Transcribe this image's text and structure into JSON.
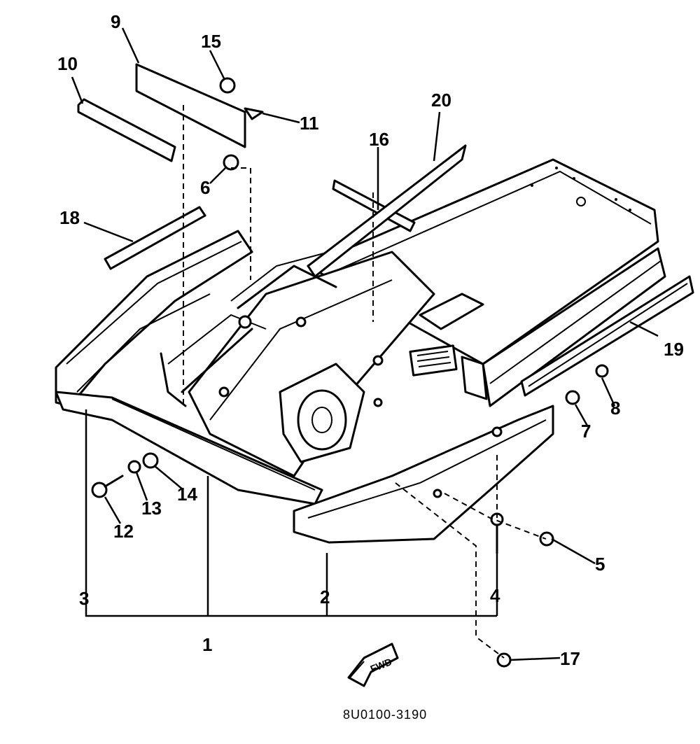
{
  "callouts": {
    "c1": "1",
    "c2": "2",
    "c3": "3",
    "c4": "4",
    "c5": "5",
    "c6": "6",
    "c7": "7",
    "c8": "8",
    "c9": "9",
    "c10": "10",
    "c11": "11",
    "c12": "12",
    "c13": "13",
    "c14": "14",
    "c15": "15",
    "c16": "16",
    "c17": "17",
    "c18": "18",
    "c19": "19",
    "c20": "20"
  },
  "fwd_arrow": {
    "label": "FWD"
  },
  "drawing_code": "8U0100-3190",
  "colors": {
    "ink": "#000000",
    "paper": "#ffffff"
  }
}
